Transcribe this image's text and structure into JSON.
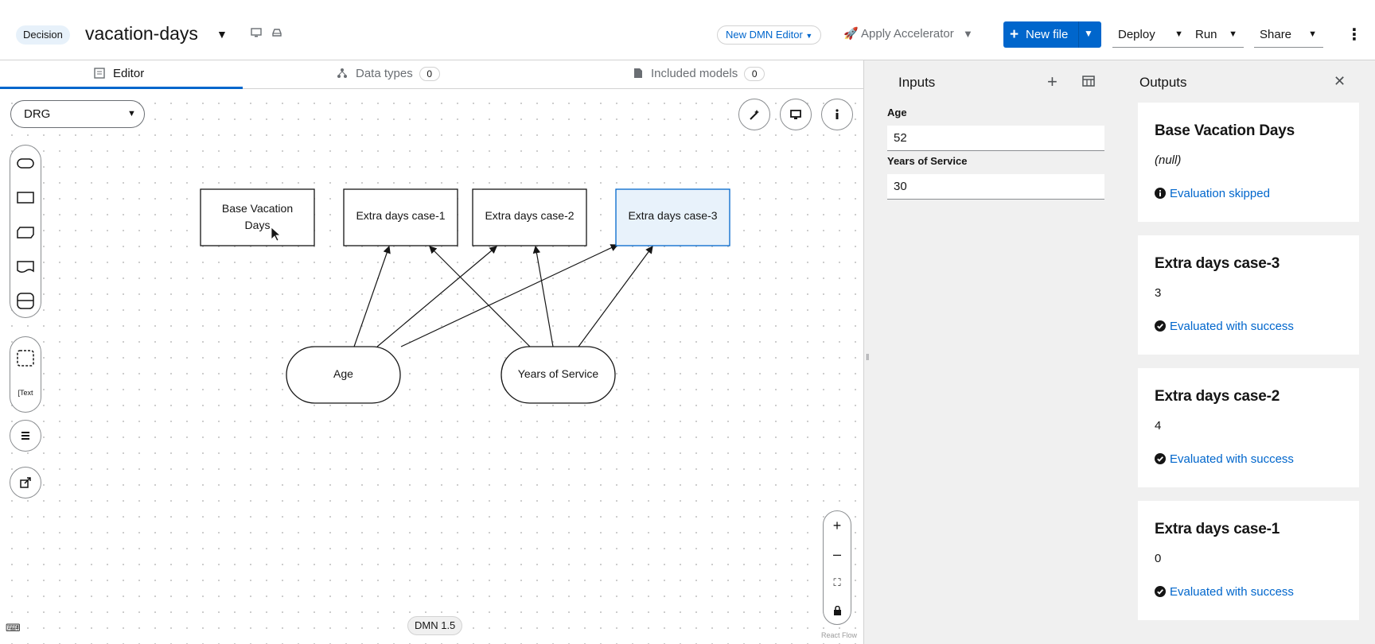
{
  "header": {
    "type_badge": "Decision",
    "file_name": "vacation-days",
    "editor_switch": "New DMN Editor",
    "accelerator": "Apply Accelerator",
    "new_file": "New file",
    "deploy": "Deploy",
    "run": "Run",
    "share": "Share"
  },
  "tabs": [
    {
      "label": "Editor"
    },
    {
      "label": "Data types",
      "count": "0"
    },
    {
      "label": "Included models",
      "count": "0"
    }
  ],
  "canvas": {
    "view_select": "DRG",
    "palette_text_tool": "Text",
    "dmn_version": "DMN 1.5",
    "attribution": "React Flow",
    "zoom_in": "+",
    "zoom_out": "–"
  },
  "nodes": {
    "decisions": [
      "Base Vacation Days",
      "Extra days case-1",
      "Extra days case-2",
      "Extra days case-3"
    ],
    "inputs": [
      "Age",
      "Years of Service"
    ]
  },
  "inputs_panel": {
    "title": "Inputs",
    "fields": [
      {
        "label": "Age",
        "value": "52"
      },
      {
        "label": "Years of Service",
        "value": "30"
      }
    ]
  },
  "outputs_panel": {
    "title": "Outputs",
    "results": [
      {
        "name": "Base Vacation Days",
        "value": "(null)",
        "status": "Evaluation skipped",
        "status_icon": "info-icon"
      },
      {
        "name": "Extra days case-3",
        "value": "3",
        "status": "Evaluated with success",
        "status_icon": "check-circle-icon"
      },
      {
        "name": "Extra days case-2",
        "value": "4",
        "status": "Evaluated with success",
        "status_icon": "check-circle-icon"
      },
      {
        "name": "Extra days case-1",
        "value": "0",
        "status": "Evaluated with success",
        "status_icon": "check-circle-icon"
      }
    ]
  },
  "colors": {
    "accent": "#0066cc",
    "panel_bg": "#f0f0f0",
    "badge_bg": "#e7f1fa",
    "selected_node_bg": "#e8f2fb"
  }
}
